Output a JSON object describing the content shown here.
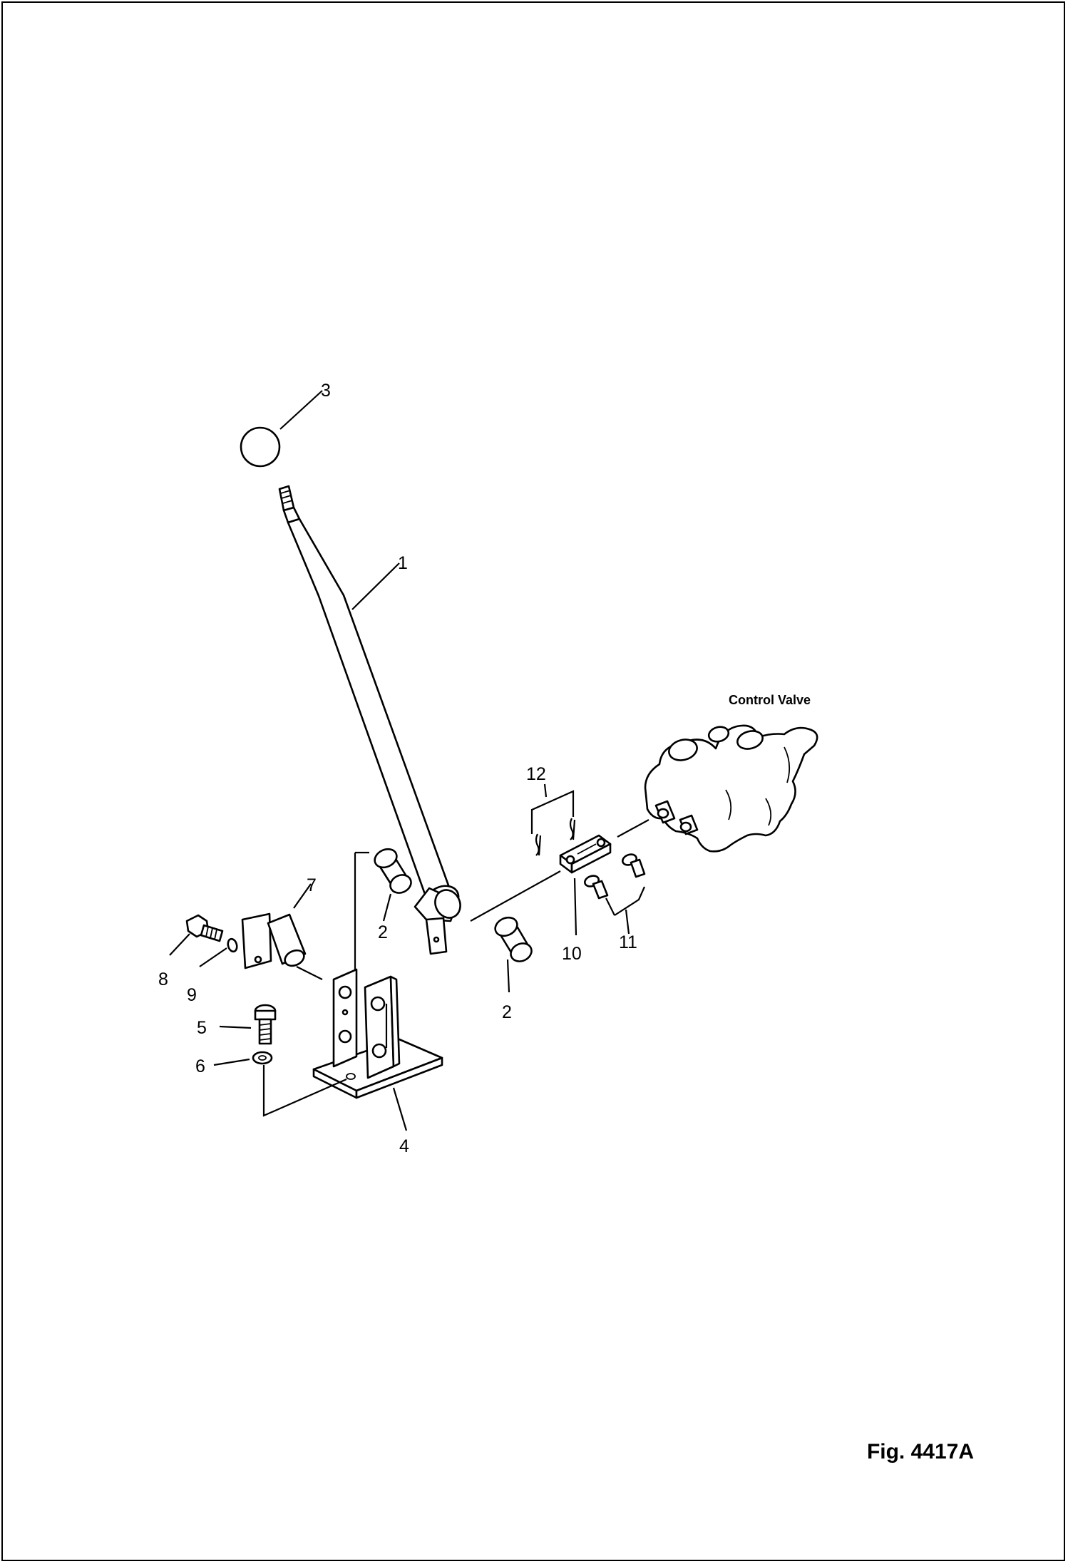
{
  "diagram": {
    "labels": {
      "p1": "1",
      "p2a": "2",
      "p2b": "2",
      "p3": "3",
      "p4": "4",
      "p5": "5",
      "p6": "6",
      "p7": "7",
      "p8": "8",
      "p9": "9",
      "p10": "10",
      "p11": "11",
      "p12": "12"
    },
    "control_valve_label": "Control Valve",
    "figure_number": "Fig. 4417A"
  }
}
